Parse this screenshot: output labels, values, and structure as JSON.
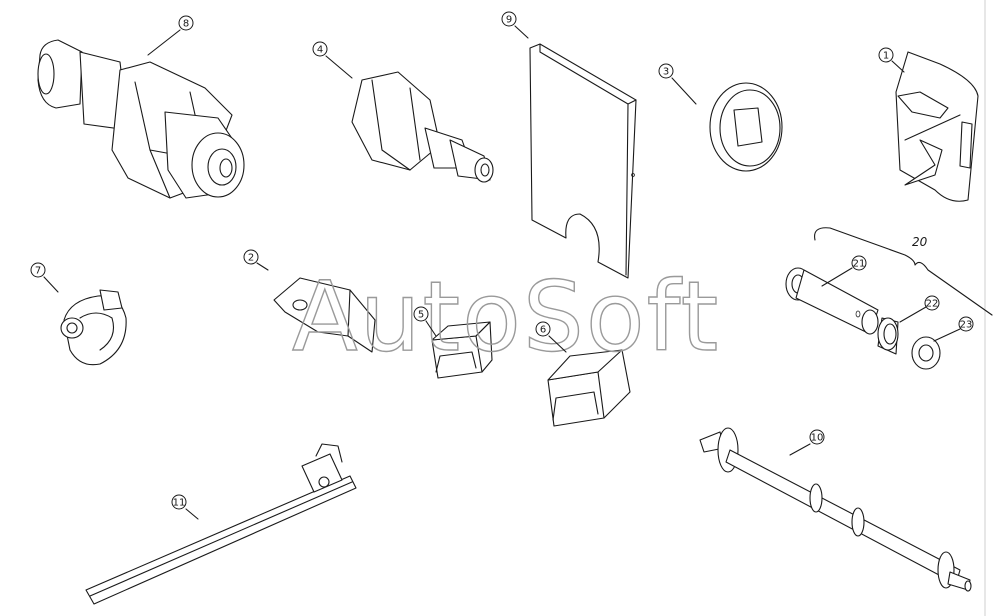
{
  "watermark": "AutoSoft",
  "group_label": "20",
  "callouts": [
    "1",
    "2",
    "3",
    "4",
    "5",
    "6",
    "7",
    "8",
    "9",
    "10",
    "11",
    "21",
    "22",
    "23"
  ]
}
